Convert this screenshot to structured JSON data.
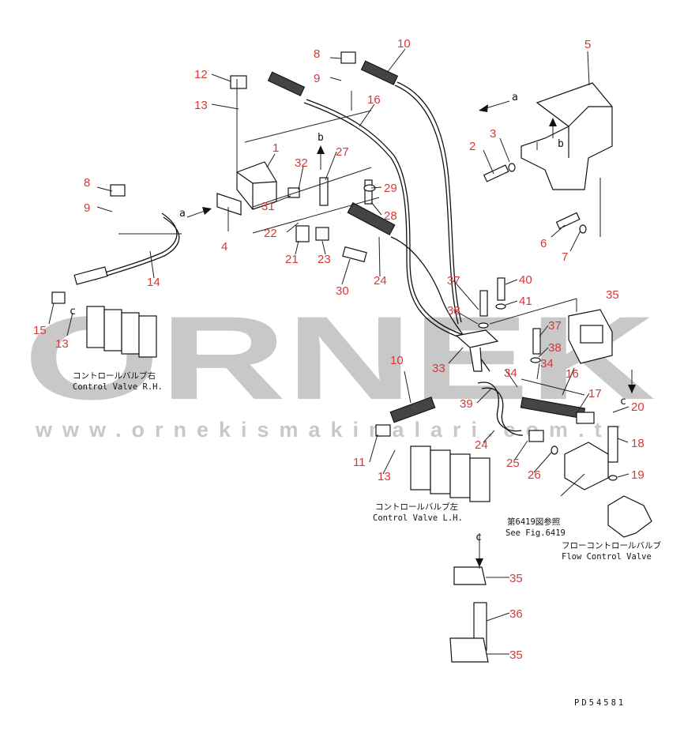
{
  "part_numbers": [
    "1",
    "2",
    "3",
    "4",
    "5",
    "6",
    "7",
    "8",
    "9",
    "10",
    "11",
    "12",
    "13",
    "14",
    "15",
    "16",
    "17",
    "18",
    "19",
    "20",
    "21",
    "22",
    "23",
    "24",
    "25",
    "26",
    "27",
    "28",
    "29",
    "30",
    "31",
    "32",
    "33",
    "34",
    "35",
    "36",
    "37",
    "38",
    "39",
    "40",
    "41"
  ],
  "view_letters": [
    "a",
    "b",
    "c"
  ],
  "captions": {
    "control_valve_rh_jp": "コントロールバルブ右",
    "control_valve_rh_en": "Control Valve R.H.",
    "control_valve_lh_jp": "コントロールバルブ左",
    "control_valve_lh_en": "Control Valve L.H.",
    "see_fig_jp": "第6419図参照",
    "see_fig_en": "See Fig.6419",
    "flow_control_jp": "フローコントロールバルブ",
    "flow_control_en": "Flow Control Valve"
  },
  "drawing_code": "PD54581",
  "watermark": {
    "brand": "ORNEK",
    "url": "www.ornekismakinalari.com.tr"
  },
  "colors": {
    "callout": "#d23a3a",
    "line": "#111111",
    "watermark": "#9a9a9a"
  }
}
